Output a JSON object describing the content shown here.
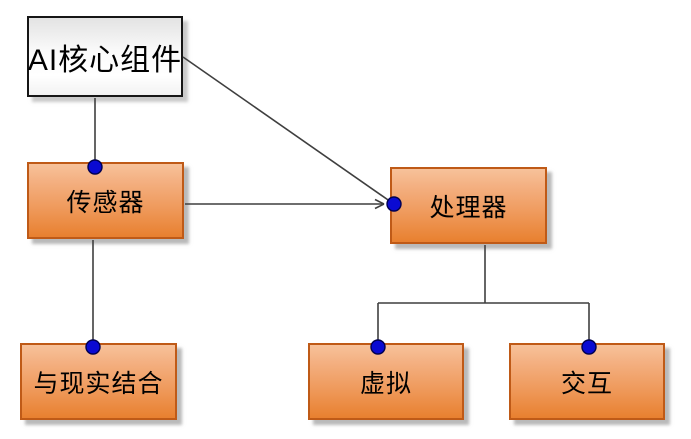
{
  "diagram": {
    "title": "AI core components diagram",
    "nodes": [
      {
        "id": "ai-core",
        "label": "AI核心组件",
        "style": "gray"
      },
      {
        "id": "sensor",
        "label": "传感器",
        "style": "orange"
      },
      {
        "id": "processor",
        "label": "处理器",
        "style": "orange"
      },
      {
        "id": "reality",
        "label": "与现实结合",
        "style": "orange"
      },
      {
        "id": "virtual",
        "label": "虚拟",
        "style": "orange"
      },
      {
        "id": "interaction",
        "label": "交互",
        "style": "orange"
      }
    ],
    "edges": [
      {
        "from": "ai-core",
        "to": "sensor",
        "type": "line"
      },
      {
        "from": "ai-core",
        "to": "processor",
        "type": "line"
      },
      {
        "from": "sensor",
        "to": "processor",
        "type": "arrow"
      },
      {
        "from": "sensor",
        "to": "reality",
        "type": "line"
      },
      {
        "from": "processor",
        "to": "virtual",
        "type": "elbow"
      },
      {
        "from": "processor",
        "to": "interaction",
        "type": "elbow"
      }
    ],
    "colors": {
      "node_orange_top": "#f4b183",
      "node_orange_bottom": "#e8802f",
      "node_orange_border": "#bf5a17",
      "node_gray_top": "#e3e3e3",
      "node_gray_bottom": "#ffffff",
      "node_gray_border": "#161616",
      "connector": "#3f3f3f",
      "connection_dot": "#0a0ad2",
      "text": "#000000",
      "background": "#ffffff"
    }
  }
}
